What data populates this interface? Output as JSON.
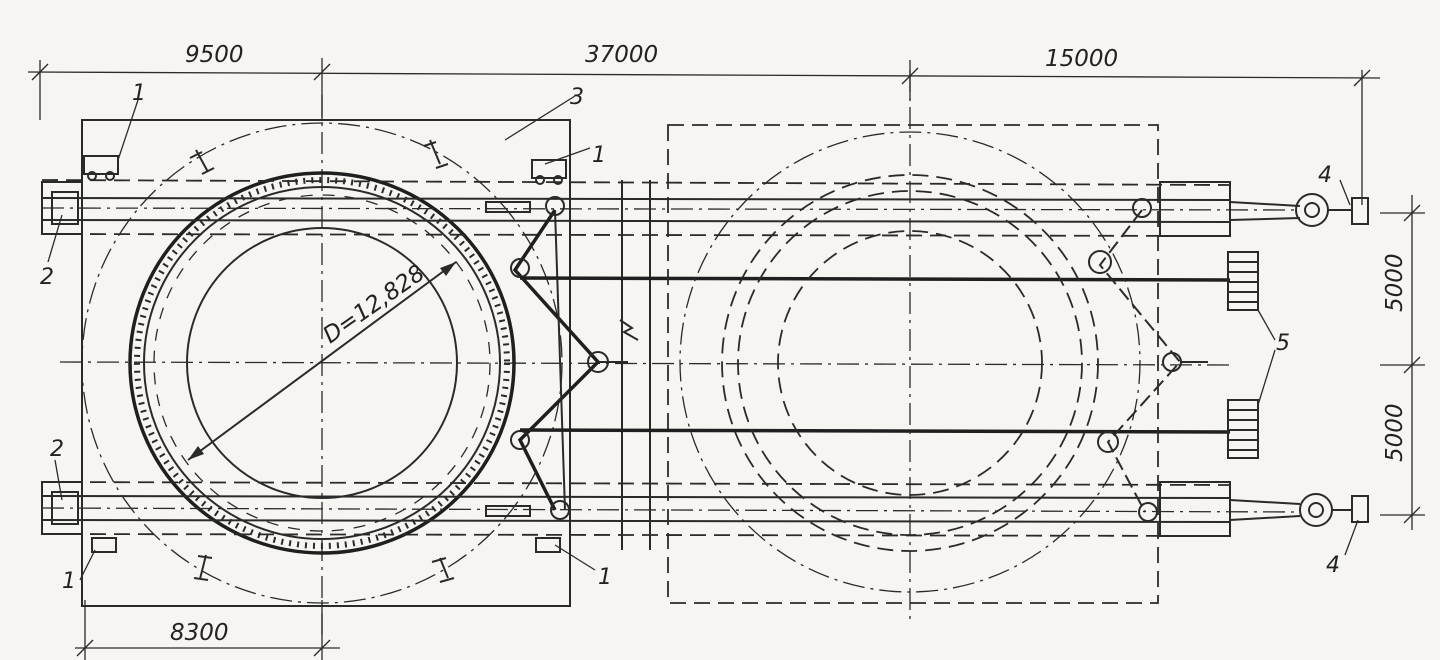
{
  "dimensions": {
    "top_left": "9500",
    "top_middle": "37000",
    "top_right": "15000",
    "bottom_left": "8300",
    "right_upper": "5000",
    "right_lower": "5000"
  },
  "diameter_label": "D=12,828",
  "callouts": {
    "c1_top_left": "1",
    "c1_top_right": "1",
    "c1_bottom_left": "1",
    "c1_bottom_right": "1",
    "c2_top": "2",
    "c2_bottom": "2",
    "c3": "3",
    "c4_top": "4",
    "c4_bottom": "4",
    "c5": "5"
  },
  "colors": {
    "ink": "#2a2a2a",
    "paper": "#f7f5f1"
  }
}
